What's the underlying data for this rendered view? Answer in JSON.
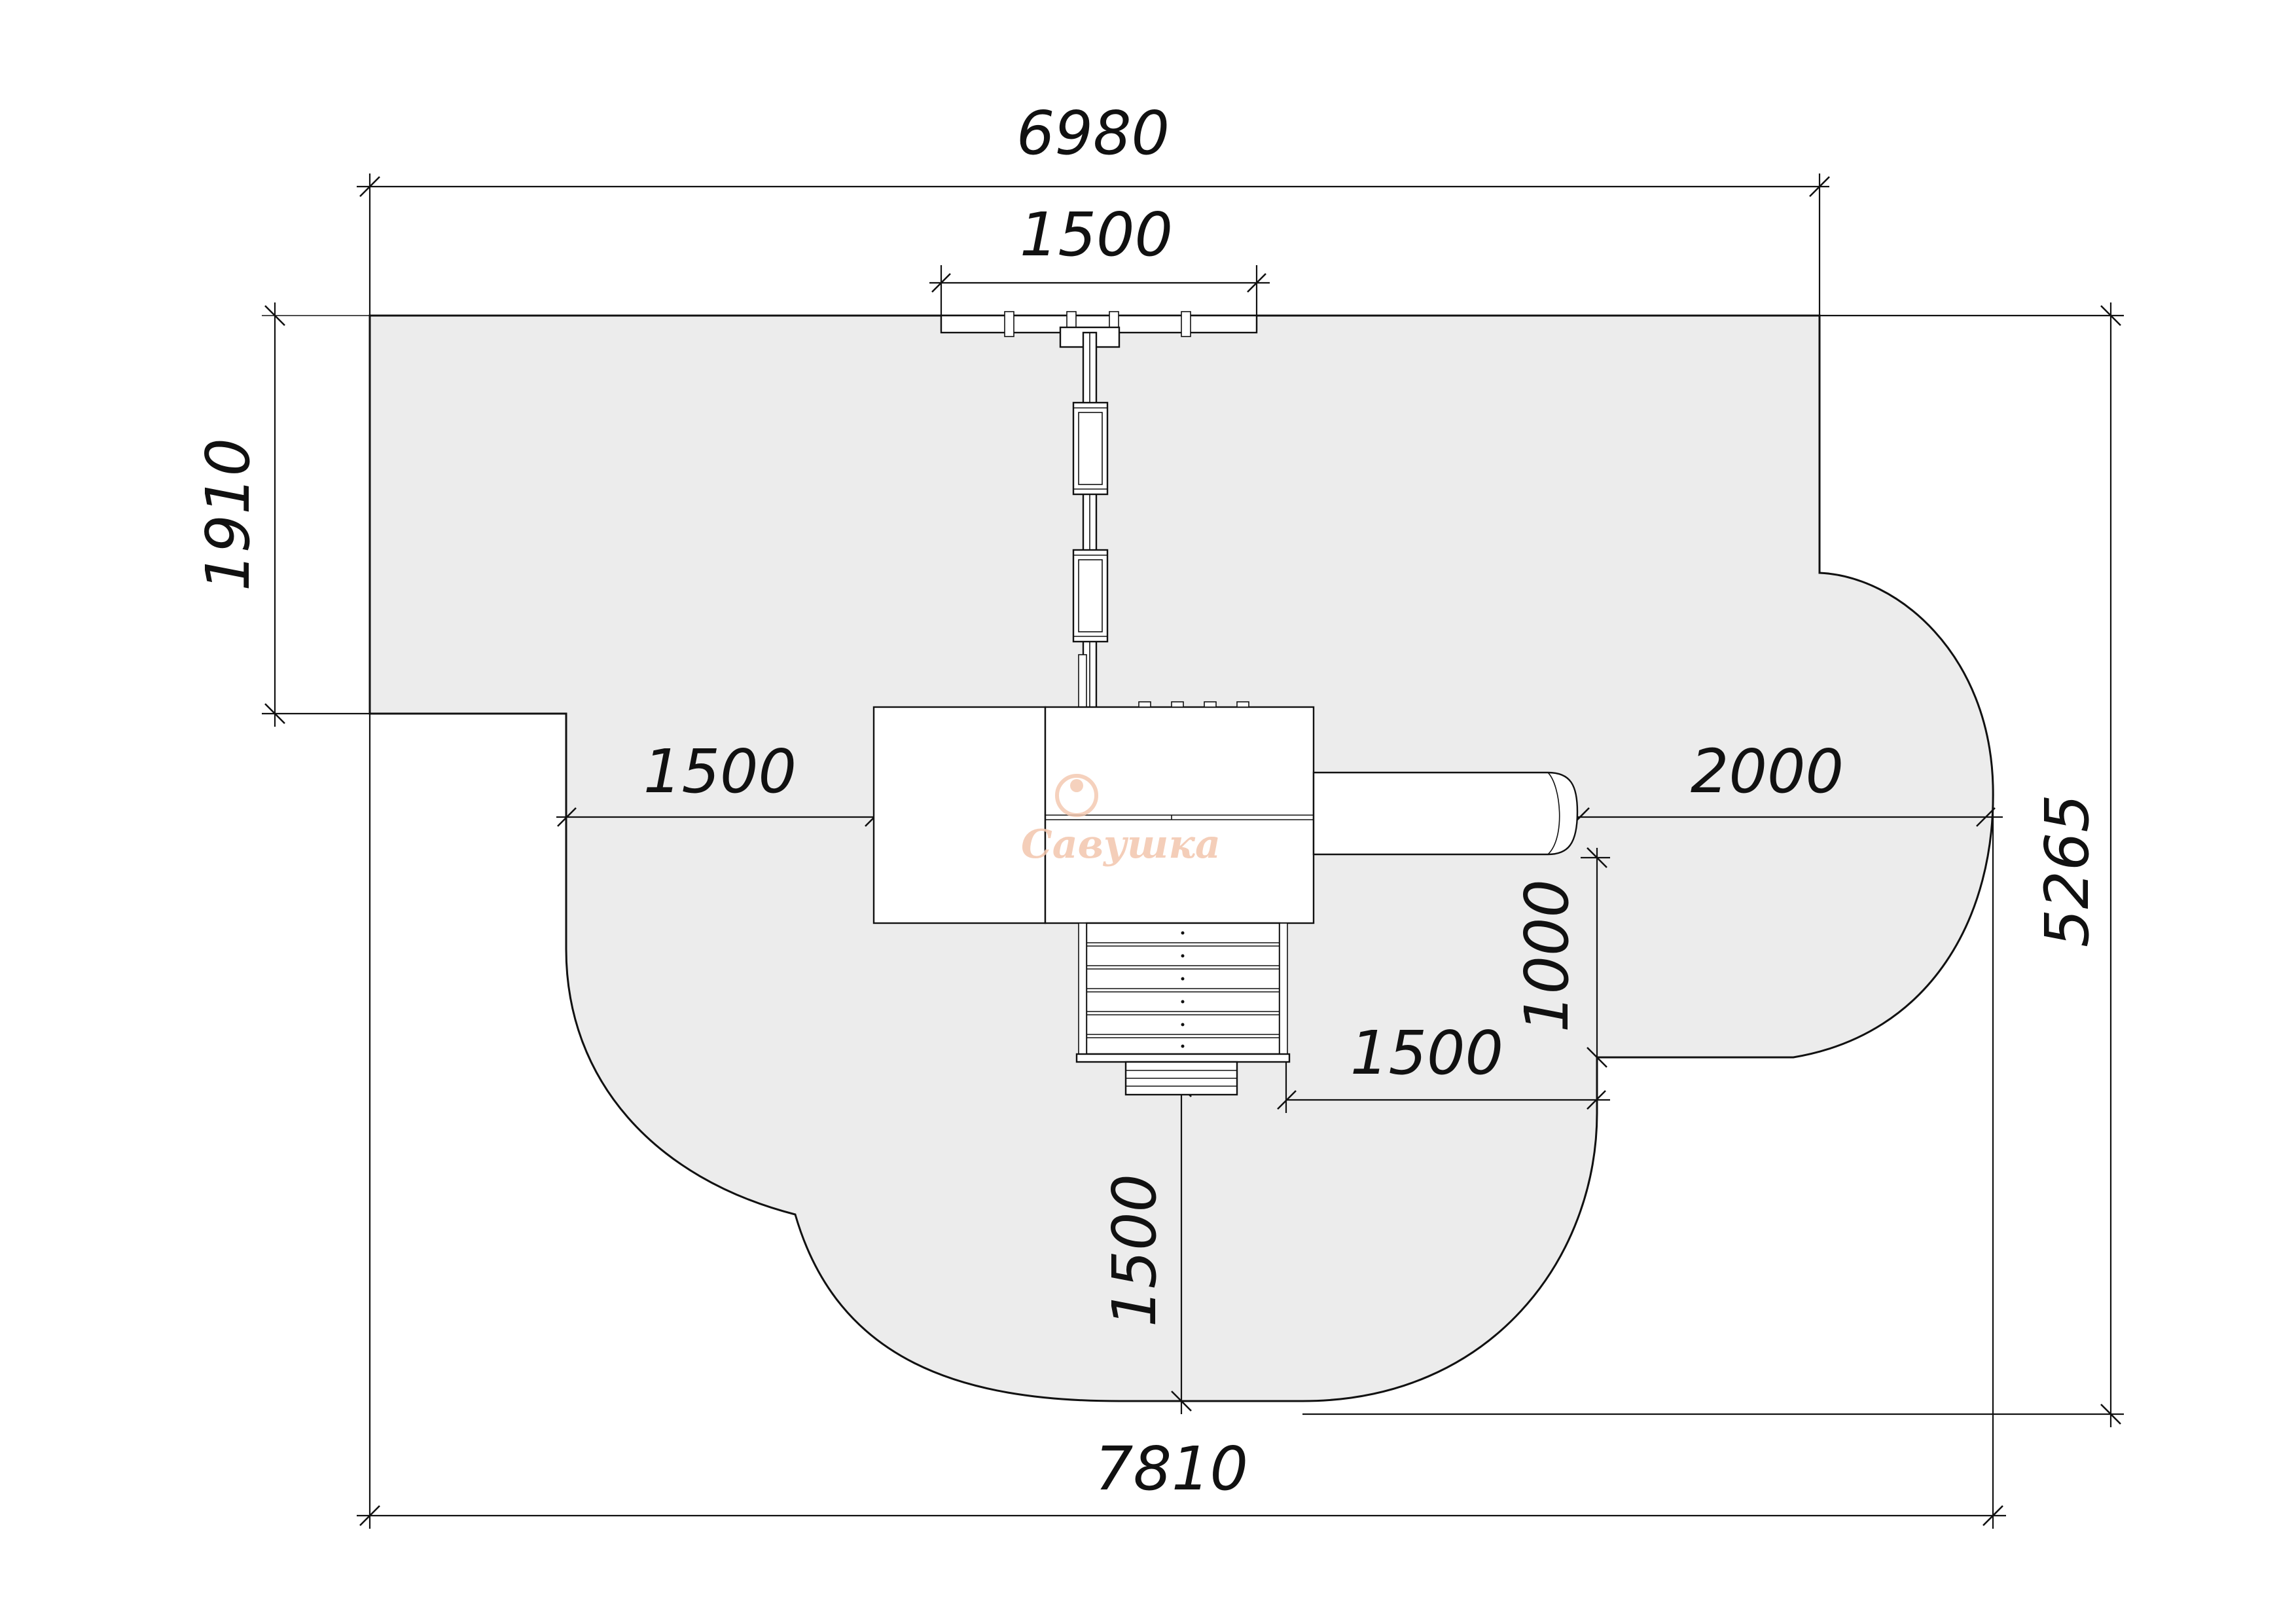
{
  "drawing": {
    "dimensions": {
      "top_overall": "6980",
      "top_swing": "1500",
      "left_height": "1910",
      "left_clearance": "1500",
      "right_clearance": "2000",
      "right_height": "5265",
      "right_lower": "1000",
      "bottom_right": "1500",
      "bottom_vertical": "1500",
      "bottom_overall": "7810"
    },
    "logo": {
      "text": "Савушка"
    },
    "colors": {
      "zone_fill": "#ececec",
      "line": "#111111",
      "logo": "#f3c6ad"
    }
  }
}
